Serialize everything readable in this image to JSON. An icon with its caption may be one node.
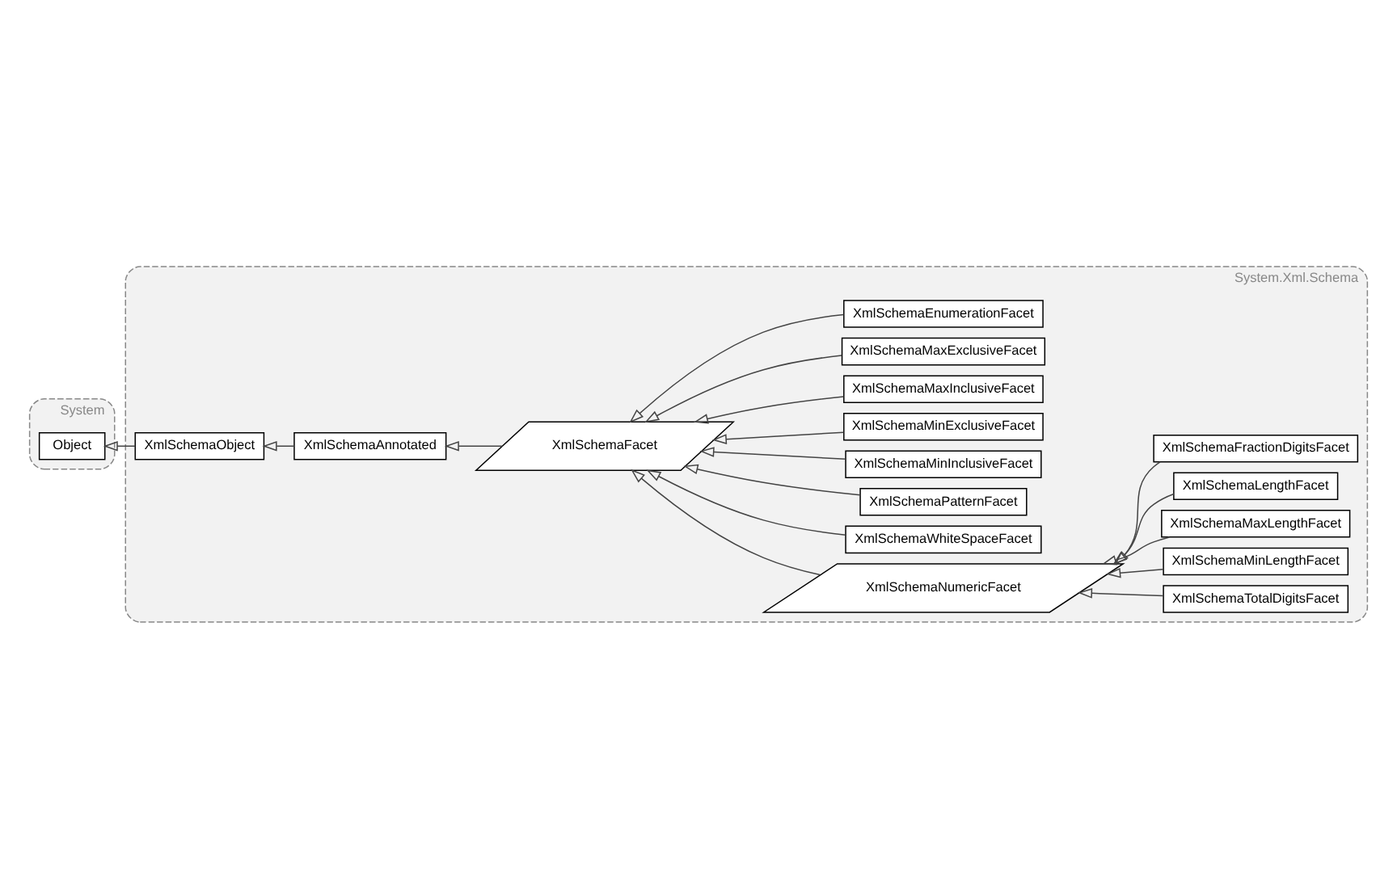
{
  "diagram": {
    "nodes": [
      {
        "text": [
          "System"
        ]
      },
      {
        "text": [
          "Object"
        ],
        "in": 0
      },
      {
        "text": [
          "System.Xml.Schema"
        ]
      },
      {
        "text": [
          "XmlSchemaObject"
        ],
        "in": 2
      },
      {
        "text": [
          "XmlSchemaAnnotated"
        ],
        "in": 2
      },
      {
        "text": [
          "XmlSchemaFacet"
        ],
        "in": 2
      },
      {
        "text": [
          "XmlSchemaEnumerationFacet"
        ],
        "in": 2
      },
      {
        "text": [
          "XmlSchemaMaxExclusiveFacet"
        ],
        "in": 2
      },
      {
        "text": [
          "XmlSchemaMaxInclusiveFacet"
        ],
        "in": 2
      },
      {
        "text": [
          "XmlSchemaMinExclusiveFacet"
        ],
        "in": 2
      },
      {
        "text": [
          "XmlSchemaMinInclusiveFacet"
        ],
        "in": 2
      },
      {
        "text": [
          "XmlSchemaNumericFacet"
        ],
        "in": 2
      },
      {
        "text": [
          "XmlSchemaPatternFacet"
        ],
        "in": 2
      },
      {
        "text": [
          "XmlSchemaWhiteSpaceFacet"
        ],
        "in": 2
      },
      {
        "text": [
          "XmlSchemaFractionDigitsFacet"
        ],
        "in": 2
      },
      {
        "text": [
          "XmlSchemaLengthFacet"
        ],
        "in": 2
      },
      {
        "text": [
          "XmlSchemaMaxLengthFacet"
        ],
        "in": 2
      },
      {
        "text": [
          "XmlSchemaMinLengthFacet"
        ],
        "in": 2
      },
      {
        "text": [
          "XmlSchemaTotalDigitsFacet"
        ],
        "in": 2
      }
    ],
    "edges": [
      {
        "from": 3,
        "to": 1,
        "arrow": "to"
      },
      {
        "from": 4,
        "to": 3,
        "arrow": "to"
      },
      {
        "from": 5,
        "to": 4,
        "arrow": "to"
      },
      {
        "from": 6,
        "to": 5,
        "arrow": "to"
      },
      {
        "from": 7,
        "to": 5,
        "arrow": "to"
      },
      {
        "from": 8,
        "to": 5,
        "arrow": "to"
      },
      {
        "from": 9,
        "to": 5,
        "arrow": "to"
      },
      {
        "from": 10,
        "to": 5,
        "arrow": "to"
      },
      {
        "from": 11,
        "to": 5,
        "arrow": "to"
      },
      {
        "from": 12,
        "to": 5,
        "arrow": "to"
      },
      {
        "from": 13,
        "to": 5,
        "arrow": "to"
      },
      {
        "from": 14,
        "to": 11,
        "arrow": "to"
      },
      {
        "from": 15,
        "to": 11,
        "arrow": "to"
      },
      {
        "from": 16,
        "to": 11,
        "arrow": "to"
      },
      {
        "from": 17,
        "to": 11,
        "arrow": "to"
      },
      {
        "from": 18,
        "to": 11,
        "arrow": "to"
      }
    ]
  }
}
